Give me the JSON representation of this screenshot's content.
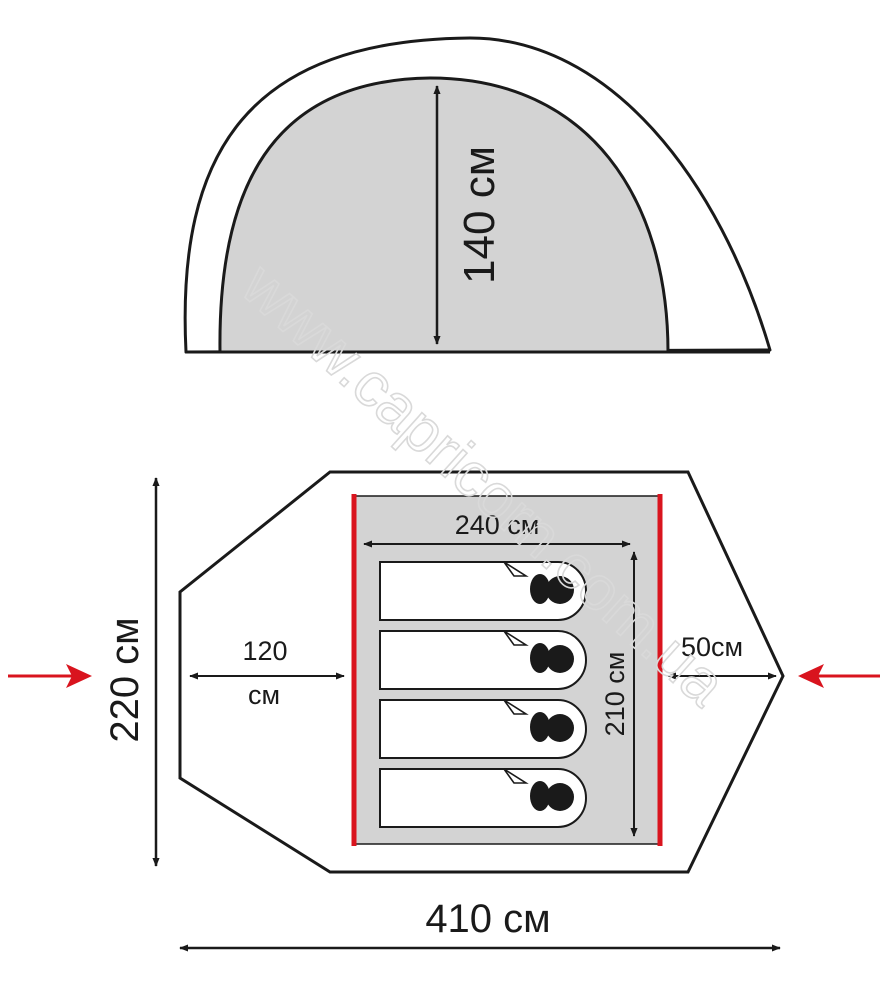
{
  "side_view": {
    "height_label": "140 см"
  },
  "floor_plan": {
    "width_total_label": "220 см",
    "length_total_label": "410 см",
    "inner_length_label": "240 см",
    "inner_width_label": "210 см",
    "vestibule_label_line1": "120",
    "vestibule_label_line2": "см",
    "rear_label": "50см",
    "sleeping_bag_count": 4
  },
  "watermark": "www.capricorn.com.ua",
  "colors": {
    "outline": "#1a1a1a",
    "inner_fill": "#d3d3d3",
    "accent_red": "#d9141e"
  }
}
